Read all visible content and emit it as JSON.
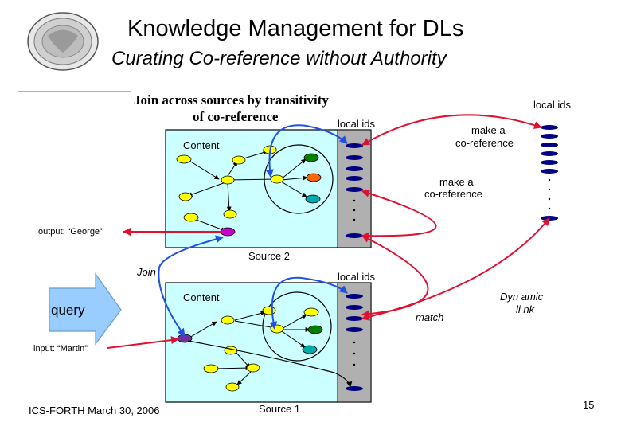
{
  "slide": {
    "title": "Knowledge Management for DLs",
    "subtitle": "Curating Co-reference without Authority",
    "note_line1": "Join across sources by transitivity",
    "note_line2": "of co-reference",
    "local_ids_top_right": "local ids",
    "local_ids_source2": "local ids",
    "local_ids_source1": "local ids",
    "make_coref_1_line1": "make a",
    "make_coref_1_line2": "co-reference",
    "make_coref_2_line1": "make a",
    "make_coref_2_line2": "co-reference",
    "content_source2": "Content",
    "content_source1": "Content",
    "output_label": "output: “George”",
    "input_label": "input: “Martin”",
    "source2_label": "Source 2",
    "source1_label": "Source 1",
    "join_label": "Join",
    "query_label": "query",
    "match_label": "match",
    "dynamic_line1": "Dyn amic",
    "dynamic_line2": "li nk",
    "footer_left": "ICS-FORTH March 30, 2006",
    "page_number": "15"
  },
  "colors": {
    "box_fill": "#ccffff",
    "node_yellow": "#ffff00",
    "node_green": "#008000",
    "node_orange": "#ff6600",
    "node_teal": "#00aaaa",
    "node_purple": "#7030a0",
    "node_magenta": "#cc00cc",
    "id_navy": "#000080",
    "arrow_red": "#e01030",
    "arrow_blue": "#2050e0",
    "query_arrow": "#99ccff"
  }
}
